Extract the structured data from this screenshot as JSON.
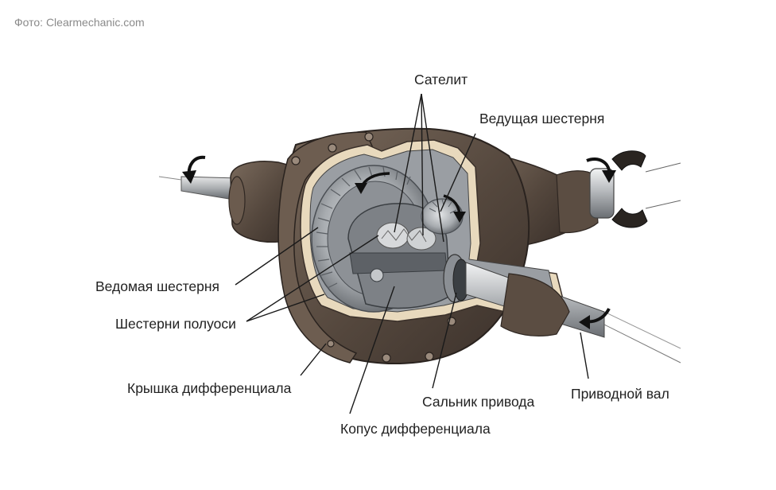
{
  "credit": "Фото: Clearmechanic.com",
  "labels": {
    "satellite": "Сателит",
    "drive_gear": "Ведущая шестерня",
    "driven_gear": "Ведомая шестерня",
    "side_gears": "Шестерни полуоси",
    "diff_cover": "Крышка дифференциала",
    "drive_seal": "Сальник привода",
    "drive_shaft": "Приводной вал",
    "diff_case": "Копус дифференциала"
  },
  "colors": {
    "housing": "#5a4c41",
    "housing_dark": "#3d332c",
    "housing_light": "#7a6a5c",
    "cutaway_edge": "#e8d9bd",
    "gear_metal": "#b9bcbf",
    "gear_dark": "#6f7378",
    "shaft": "#c9cbcd",
    "leader_line": "#1a1a1a"
  }
}
